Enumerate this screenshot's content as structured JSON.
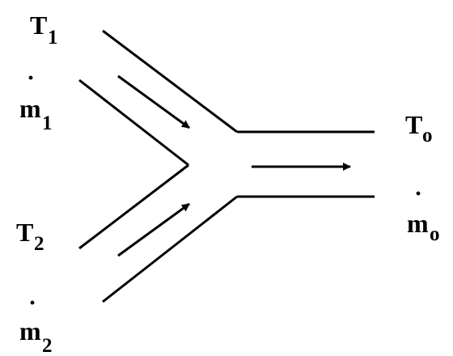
{
  "labels": {
    "t1": {
      "main": "T",
      "sub": "1"
    },
    "m1": {
      "main": "m",
      "sub": "1"
    },
    "t2": {
      "main": "T",
      "sub": "2"
    },
    "m2": {
      "main": "m",
      "sub": "2"
    },
    "t0": {
      "main": "T",
      "sub": "o"
    },
    "m0": {
      "main": "m",
      "sub": "o"
    }
  }
}
